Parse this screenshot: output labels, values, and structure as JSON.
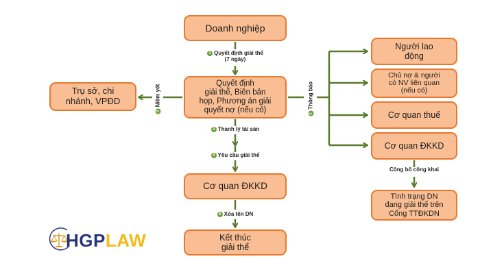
{
  "diagram": {
    "nodes": {
      "enterprise": "Doanh nghiệp",
      "decision": "Quyết định\ngiải thể, Biên bản\nhọp, Phương án giải\nquyết nợ (nếu có)",
      "head_office": "Trụ sở, chi\nnhánh, VPĐD",
      "registration_agency_center": "Cơ quan ĐKKD",
      "finish": "Kết thúc\ngiải thể",
      "employees": "Người lao\nđộng",
      "creditors": "Chủ nợ & người\ncó NV liên quan\n(nếu có)",
      "tax_agency": "Cơ quan thuế",
      "registration_agency_right": "Cơ quan ĐKKD",
      "status_portal": "Tình trạng DN\nđang giải thể trên\nCổng TTĐKDN"
    },
    "steps": {
      "step1": {
        "number": "1",
        "label": "Quyết định giải thể",
        "sublabel": "(7 ngày)"
      },
      "step2_post": {
        "number": "2",
        "label": "Niêm yết"
      },
      "step2_notify": {
        "number": "2",
        "label": "Thông báo"
      },
      "step3": {
        "number": "3",
        "label": "Thanh lý tài sản"
      },
      "step4": {
        "number": "4",
        "label": "Yêu cầu giải thể"
      },
      "step5": {
        "number": "5",
        "label": "Xóa tên DN"
      },
      "publish": {
        "label": "Công bố công khai"
      }
    },
    "colors": {
      "box_fill": "#f9be94",
      "box_border": "#e8782e",
      "arrow": "#5a7a2e",
      "step_badge": "#6aa23a"
    }
  },
  "logo": {
    "part1": "HGP",
    "part2": "LAW"
  }
}
